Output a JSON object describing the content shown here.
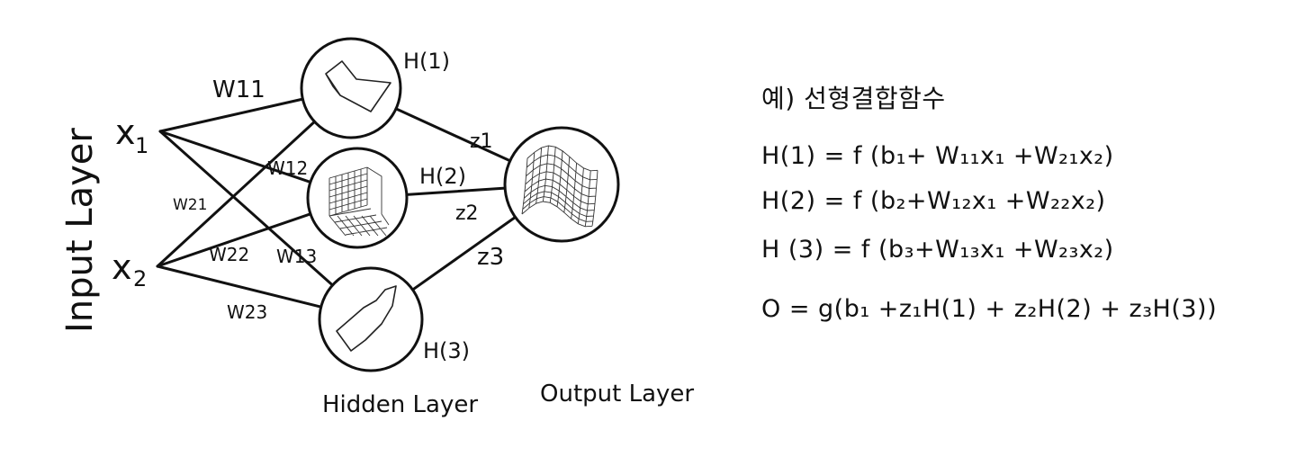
{
  "diagram": {
    "layers": {
      "input": "Input Layer",
      "hidden": "Hidden Layer",
      "output": "Output Layer"
    },
    "inputs": [
      {
        "id": "x1",
        "base": "x",
        "sub": "1"
      },
      {
        "id": "x2",
        "base": "x",
        "sub": "2"
      }
    ],
    "hidden_nodes": [
      {
        "id": "h1",
        "label": "H(1)"
      },
      {
        "id": "h2",
        "label": "H(2)"
      },
      {
        "id": "h3",
        "label": "H(3)"
      }
    ],
    "output_node": {
      "id": "o"
    },
    "weights": [
      {
        "from": "x1",
        "to": "h1",
        "label": "W11"
      },
      {
        "from": "x1",
        "to": "h2",
        "label": "W12"
      },
      {
        "from": "x1",
        "to": "h3",
        "label": "W13"
      },
      {
        "from": "x2",
        "to": "h1",
        "label": "W21"
      },
      {
        "from": "x2",
        "to": "h2",
        "label": "W22"
      },
      {
        "from": "x2",
        "to": "h3",
        "label": "W23"
      },
      {
        "from": "h1",
        "to": "o",
        "label": "z1"
      },
      {
        "from": "h2",
        "to": "o",
        "label": "z2"
      },
      {
        "from": "h3",
        "to": "o",
        "label": "z3"
      }
    ]
  },
  "equations": {
    "title": "예) 선형결합함수",
    "lines": [
      "H(1) = f (b₁+ W₁₁x₁ +W₂₁x₂)",
      "H(2) = f (b₂+W₁₂x₁ +W₂₂x₂)",
      "H (3) = f (b₃+W₁₃x₁ +W₂₃x₂)",
      "O =  g(b₁ +z₁H(1) + z₂H(2) + z₃H(3))"
    ]
  }
}
